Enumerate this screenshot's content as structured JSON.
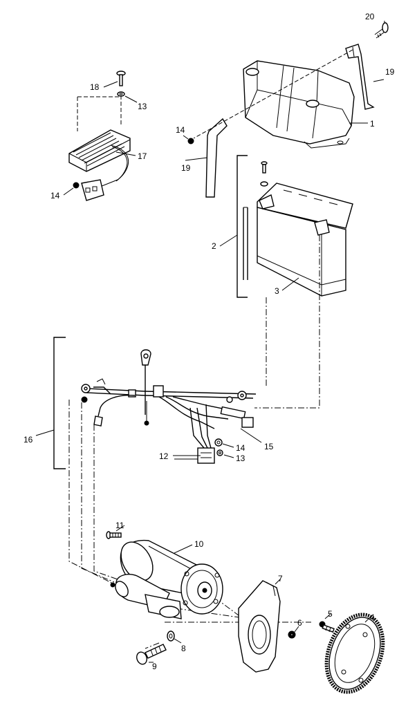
{
  "callouts": {
    "c1": "1",
    "c2": "2",
    "c3": "3",
    "c4": "4",
    "c5": "5",
    "c6": "6",
    "c7": "7",
    "c8": "8",
    "c9": "9",
    "c10": "10",
    "c11": "11",
    "c12": "12",
    "c13a": "13",
    "c13b": "13",
    "c14a": "14",
    "c14b": "14",
    "c14c": "14",
    "c15": "15",
    "c16": "16",
    "c17": "17",
    "c18": "18",
    "c19a": "19",
    "c19b": "19",
    "c20": "20"
  }
}
